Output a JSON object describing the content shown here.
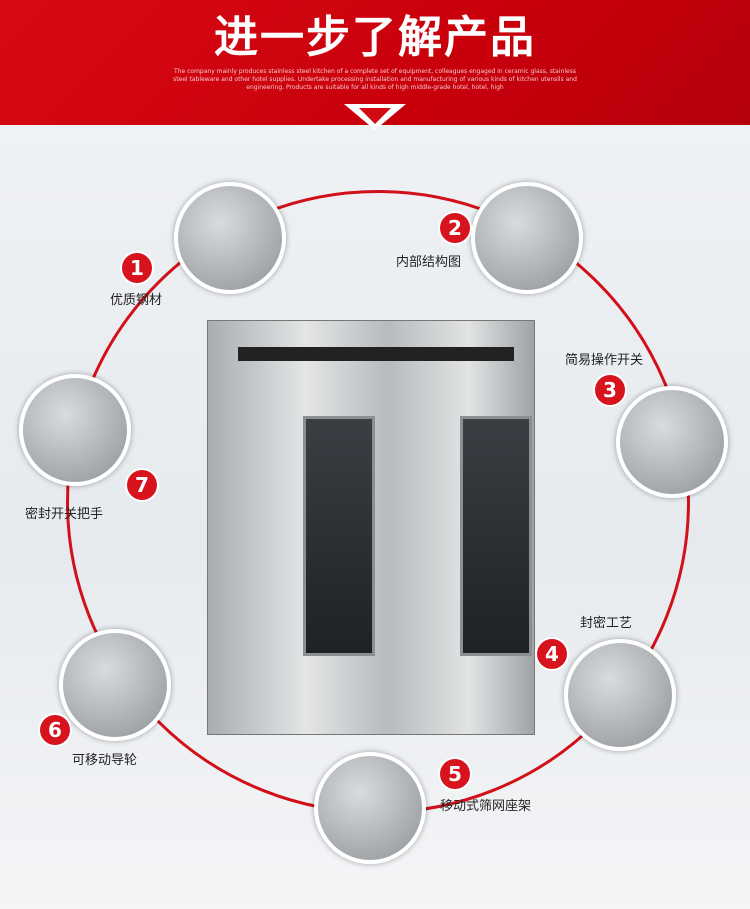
{
  "header": {
    "title": "进一步了解产品",
    "subtitle": "The company mainly produces stainless steel kitchen of a complete set of equipment, colleagues engaged in ceramic glass, stainless steel tableware and other hotel supplies. Undertake processing installation and manufacturing of various kinds of kitchen utensils and engineering. Products are suitable for all kinds of high middle-grade hotel, hotel, high"
  },
  "features": [
    {
      "num": "1",
      "label": "优质钢材"
    },
    {
      "num": "2",
      "label": "内部结构图"
    },
    {
      "num": "3",
      "label": "简易操作开关"
    },
    {
      "num": "4",
      "label": "封密工艺"
    },
    {
      "num": "5",
      "label": "移动式筛网座架"
    },
    {
      "num": "6",
      "label": "可移动导轮"
    },
    {
      "num": "7",
      "label": "密封开关把手"
    }
  ],
  "colors": {
    "brand": "#d10a14"
  }
}
